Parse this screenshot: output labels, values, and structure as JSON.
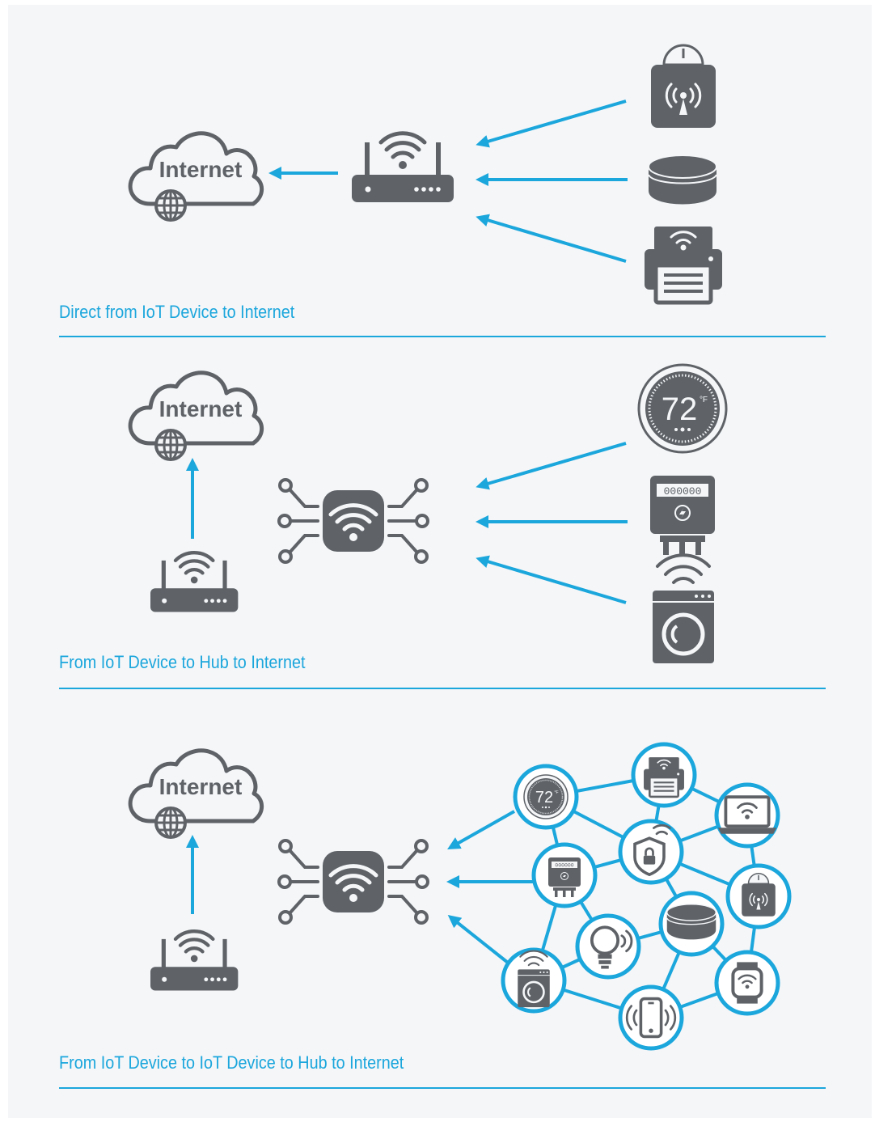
{
  "colors": {
    "accent": "#1ba6dc",
    "icon": "#5f6368",
    "background": "#f4f6f8"
  },
  "sections": [
    {
      "caption": "Direct from IoT Device to Internet",
      "cloud_label": "Internet"
    },
    {
      "caption": "From IoT Device to Hub to Internet",
      "cloud_label": "Internet"
    },
    {
      "caption": "From IoT Device to IoT Device to Hub to Internet",
      "cloud_label": "Internet"
    }
  ],
  "thermostat": {
    "temperature": "72",
    "unit": "°F"
  },
  "meter": {
    "digits": "000000"
  },
  "icons": {
    "section1": [
      "scale-icon",
      "smart-speaker-icon",
      "printer-icon"
    ],
    "section2": [
      "thermostat-icon",
      "electric-meter-icon",
      "washing-machine-icon"
    ],
    "section3": [
      "thermostat-icon",
      "printer-icon",
      "laptop-icon",
      "security-shield-icon",
      "electric-meter-icon",
      "scale-icon",
      "smart-speaker-icon",
      "light-bulb-icon",
      "washing-machine-icon",
      "smart-watch-icon",
      "smartphone-icon"
    ]
  }
}
